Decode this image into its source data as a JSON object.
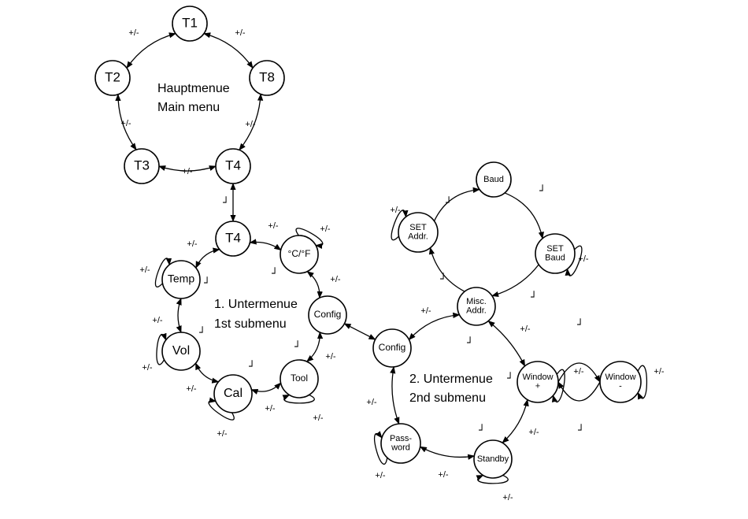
{
  "menus": {
    "main": {
      "title_de": "Hauptmenue",
      "title_en": "Main menu"
    },
    "sub1": {
      "title_de": "1. Untermenue",
      "title_en": "1st submenu"
    },
    "sub2": {
      "title_de": "2. Untermenue",
      "title_en": "2nd submenu"
    }
  },
  "nodes": {
    "T1": [
      "T1"
    ],
    "T8": [
      "T8"
    ],
    "T2": [
      "T2"
    ],
    "T3": [
      "T3"
    ],
    "T4main": [
      "T4"
    ],
    "T4sub": [
      "T4"
    ],
    "CF": [
      "°C/°F"
    ],
    "Temp": [
      "Temp"
    ],
    "Vol": [
      "Vol"
    ],
    "Cal": [
      "Cal"
    ],
    "Tool": [
      "Tool"
    ],
    "Config1": [
      "Config"
    ],
    "Config2": [
      "Config"
    ],
    "SETAddr": [
      "SET",
      "Addr."
    ],
    "Baud": [
      "Baud"
    ],
    "SETBaud": [
      "SET",
      "Baud"
    ],
    "Misc": [
      "Misc.",
      "Addr."
    ],
    "WinPlus": [
      "Window",
      "+"
    ],
    "WinMinus": [
      "Window",
      "-"
    ],
    "Password": [
      "Pass-",
      "word"
    ],
    "Standby": [
      "Standby"
    ]
  },
  "labels": {
    "plus_minus": "+/-",
    "enter_symbol": "┘"
  }
}
